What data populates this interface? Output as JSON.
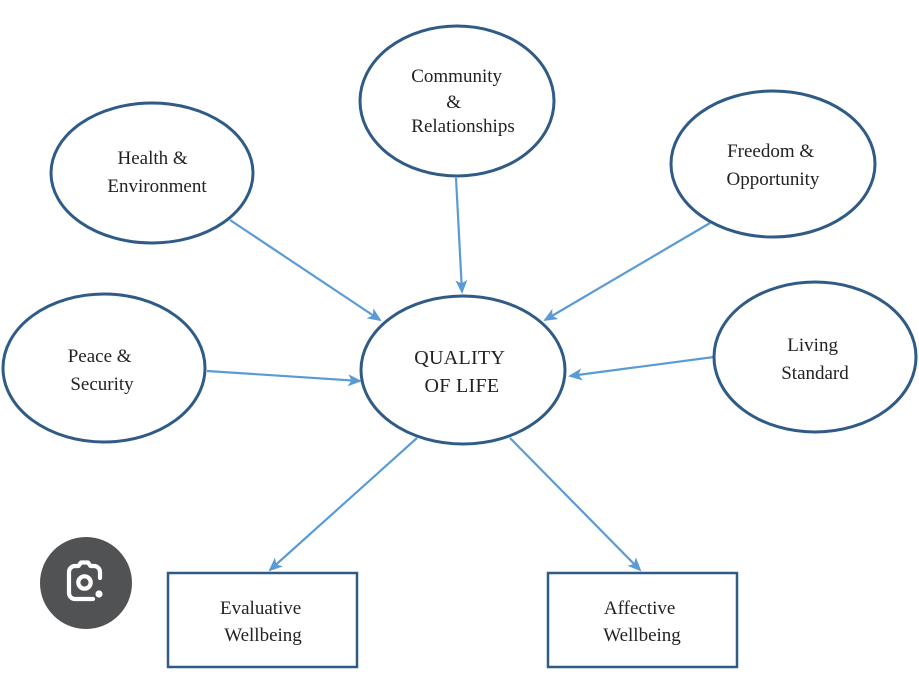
{
  "diagram": {
    "center": {
      "lines": [
        "QUALITY",
        "OF LIFE"
      ]
    },
    "inputs": [
      {
        "id": "health",
        "lines": [
          "Health &",
          "Environment"
        ]
      },
      {
        "id": "community",
        "lines": [
          "Community",
          "&",
          "Relationships"
        ]
      },
      {
        "id": "freedom",
        "lines": [
          "Freedom &",
          "Opportunity"
        ]
      },
      {
        "id": "peace",
        "lines": [
          "Peace &",
          "Security"
        ]
      },
      {
        "id": "living",
        "lines": [
          "Living",
          "Standard"
        ]
      }
    ],
    "outputs": [
      {
        "id": "evaluative",
        "lines": [
          "Evaluative",
          "Wellbeing"
        ]
      },
      {
        "id": "affective",
        "lines": [
          "Affective",
          "Wellbeing"
        ]
      }
    ],
    "colors": {
      "ellipse_stroke": "#2f5b86",
      "box_stroke": "#2f5b86",
      "arrow": "#5a9bd5",
      "text": "#222222"
    }
  },
  "overlay": {
    "icon": "google-lens-icon",
    "background": "#505254"
  }
}
